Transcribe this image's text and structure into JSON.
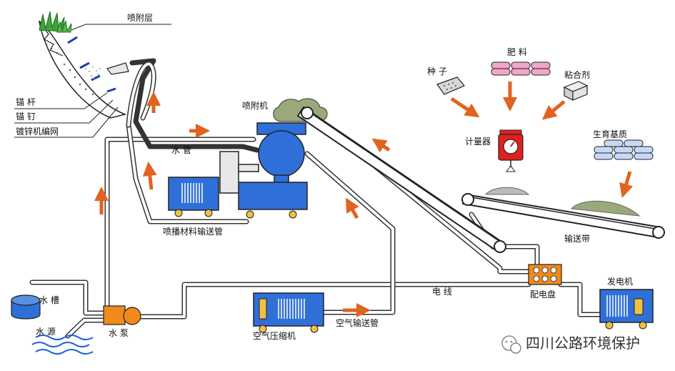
{
  "labels": {
    "spray_layer": "喷附层",
    "anchor_rod": "锚 杆",
    "anchor_nail": "锚 钉",
    "galvanized_mesh": "镀锌机编网",
    "water_pipe": "水 管",
    "sprayer": "喷附机",
    "spray_material_pipe": "喷播材料输送管",
    "water_tank": "水 槽",
    "water_source": "水 源",
    "water_pump": "水 泵",
    "air_compressor": "空气压缩机",
    "air_pipe": "空气输送管",
    "cable": "电 线",
    "distribution_board": "配电盘",
    "generator": "发电机",
    "seeds": "种 子",
    "fertilizer": "肥 料",
    "binder": "粘合剂",
    "meter": "计量器",
    "growth_substrate": "生育基质",
    "conveyor_belt": "输送带"
  },
  "watermark": "四川公路环境保护",
  "colors": {
    "machine_blue": "#2f6fd8",
    "pump_orange": "#f08a1a",
    "arrow_orange": "#e0631f",
    "meter_red": "#e02020",
    "bag_pink": "#f2a6c7",
    "bag_blue": "#c7d8f7",
    "soil_green": "#9aa97a"
  }
}
